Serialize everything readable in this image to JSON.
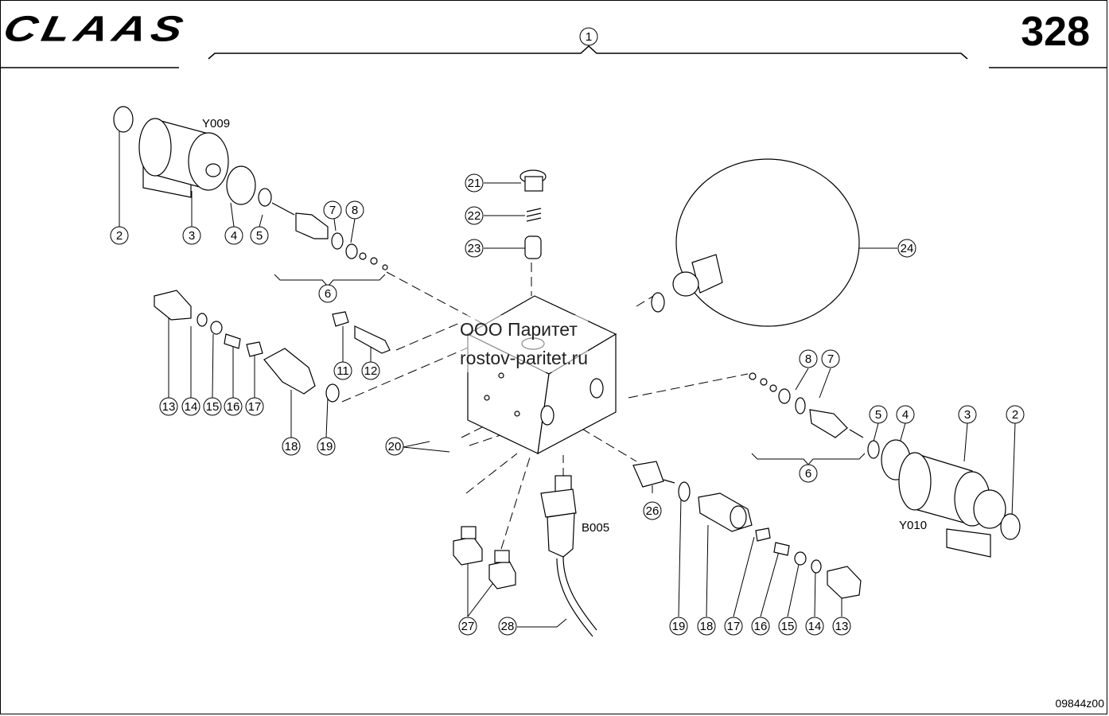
{
  "header": {
    "brand": "CLAAS",
    "page_number": "328"
  },
  "drawing_code": "09844z00",
  "watermark": {
    "line1": "ООО Паритет",
    "line2": "rostov-paritet.ru"
  },
  "callouts": {
    "c1": "1",
    "c2a": "2",
    "c3a": "3",
    "c4a": "4",
    "c5a": "5",
    "c6a": "6",
    "c7a": "7",
    "c8a": "8",
    "c11": "11",
    "c12": "12",
    "c13a": "13",
    "c14a": "14",
    "c15a": "15",
    "c16a": "16",
    "c17a": "17",
    "c18a": "18",
    "c19a": "19",
    "c20": "20",
    "c21": "21",
    "c22": "22",
    "c23": "23",
    "c24": "24",
    "c8b": "8",
    "c7b": "7",
    "c5b": "5",
    "c4b": "4",
    "c3b": "3",
    "c2b": "2",
    "c6b": "6",
    "c26": "26",
    "c27": "27",
    "c28": "28",
    "c19b": "19",
    "c18b": "18",
    "c17b": "17",
    "c16b": "16",
    "c15b": "15",
    "c14b": "14",
    "c13b": "13"
  },
  "component_labels": {
    "solenoid_left": "Y009",
    "solenoid_right": "Y010",
    "sensor": "B005"
  }
}
